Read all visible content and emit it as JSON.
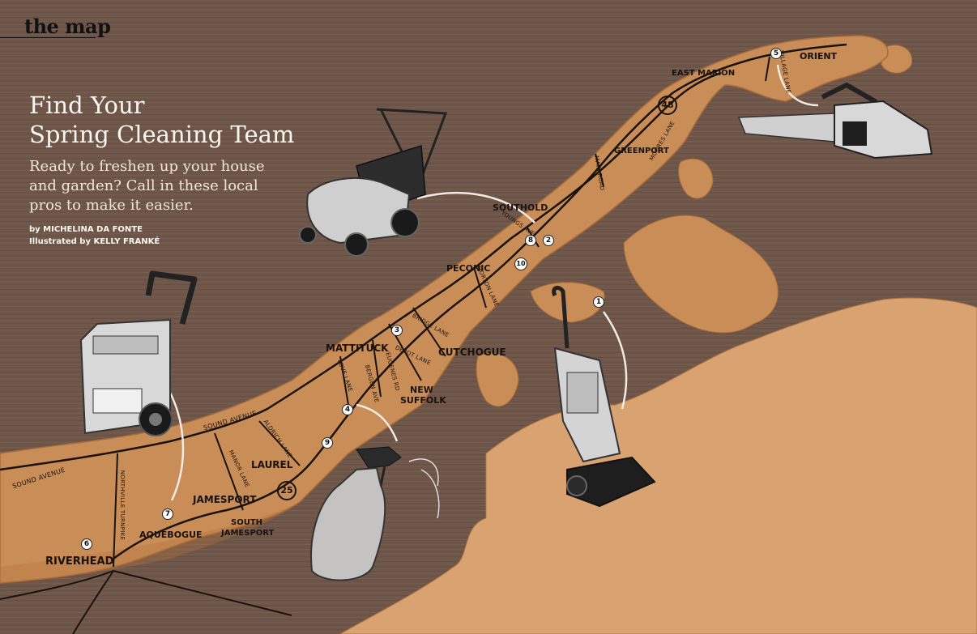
{
  "section_label": "the map",
  "title": {
    "line1": "Find Your",
    "line2": "Spring Cleaning Team"
  },
  "subtitle": "Ready to freshen up your house and garden? Call in these local pros to make it easier.",
  "byline": "by MICHELINA DA FONTE",
  "illustrator": "Illustrated by KELLY FRANKÉ",
  "places": {
    "riverhead": "RIVERHEAD",
    "aquebogue": "AQUEBOGUE",
    "jamesport": "JAMESPORT",
    "south_jamesport_1": "SOUTH",
    "south_jamesport_2": "JAMESPORT",
    "laurel": "LAUREL",
    "mattituck": "MATTITUCK",
    "cutchogue": "CUTCHOGUE",
    "new_suffolk_1": "NEW",
    "new_suffolk_2": "SUFFOLK",
    "peconic": "PECONIC",
    "southold": "SOUTHOLD",
    "greenport": "GREENPORT",
    "east_marion": "EAST MARION",
    "orient": "ORIENT"
  },
  "roads": {
    "sound_avenue_west": "SOUND AVENUE",
    "sound_avenue_east": "SOUND AVENUE",
    "northville_turnpike": "NORTHVILLE TURNPIKE",
    "manor_lane": "MANOR LANE",
    "aldrich_lane": "ALDRICH LANE",
    "love_lane": "LOVE LANE",
    "bergen_avenue": "BERGEN AVE",
    "depot_lane": "DEPOT LANE",
    "bridge_lane": "BRIDGE LANE",
    "horton_lane": "HORTON LANE",
    "youngs_avenue": "YOUNGS AVE",
    "main_road": "MAIN ROAD",
    "moores_lane": "MOORES LANE",
    "village_lane": "VILLAGE LANE",
    "eugenes_road": "EUGENES RD"
  },
  "route_shields": {
    "route_25": "25",
    "route_48": "48"
  },
  "markers": {
    "m1": "1",
    "m2": "2",
    "m3": "3",
    "m4": "4",
    "m5": "5",
    "m6": "6",
    "m7": "7",
    "m8": "8",
    "m9": "9",
    "m10": "10"
  },
  "tool_icons": [
    "lawn-mower-icon",
    "pressure-washer-icon",
    "spray-bottle-icon",
    "vacuum-icon",
    "chainsaw-icon"
  ],
  "colors": {
    "background_wood": "#6e574a",
    "land": "#c98d58",
    "land_shadow": "#a96b3a",
    "south_fork": "#d9a271",
    "ink": "#1a120d",
    "title_text": "#fbf6f0"
  }
}
